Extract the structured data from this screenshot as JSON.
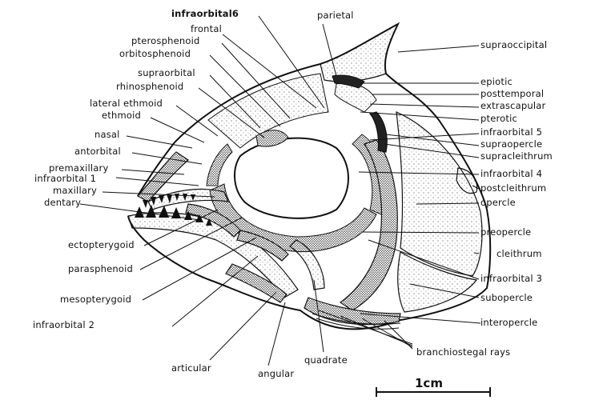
{
  "labels": {
    "infraorbital6": "infraorbital6",
    "frontal": "frontal",
    "pterosphenoid": "pterosphenoid",
    "orbitosphenoid": "orbitosphenoid",
    "supraorbital": "supraorbital",
    "rhinosphenoid": "rhinosphenoid",
    "lateral_ethmoid": "lateral ethmoid",
    "ethmoid": "ethmoid",
    "nasal": "nasal",
    "antorbital": "antorbital",
    "premaxillary": "premaxillary",
    "infraorbital1": "infraorbital 1",
    "maxillary": "maxillary",
    "dentary": "dentary",
    "ectopterygoid": "ectopterygoid",
    "parasphenoid": "parasphenoid",
    "mesopterygoid": "mesopterygoid",
    "infraorbital2": "infraorbital 2",
    "articular": "articular",
    "angular": "angular",
    "quadrate": "quadrate",
    "parietal": "parietal",
    "supraoccipital": "supraoccipital",
    "epiotic": "epiotic",
    "posttemporal": "posttemporal",
    "extrascapular": "extrascapular",
    "pterotic": "pterotic",
    "infraorbital5": "infraorbital 5",
    "supraopercle": "supraopercle",
    "supracleithrum": "supracleithrum",
    "infraorbital4": "infraorbital 4",
    "postcleithrum": "postcleithrum",
    "opercle": "opercle",
    "preopercle": "preopercle",
    "cleithrum": "cleithrum",
    "infraorbital3": "infraorbital 3",
    "subopercle": "subopercle",
    "interopercle": "interopercle",
    "branchiostegal_rays": "branchiostegal rays"
  },
  "scale_bar": {
    "label": "1cm"
  },
  "colors": {
    "ink": "#111111",
    "paper": "#ffffff",
    "stipple": "#555555"
  }
}
